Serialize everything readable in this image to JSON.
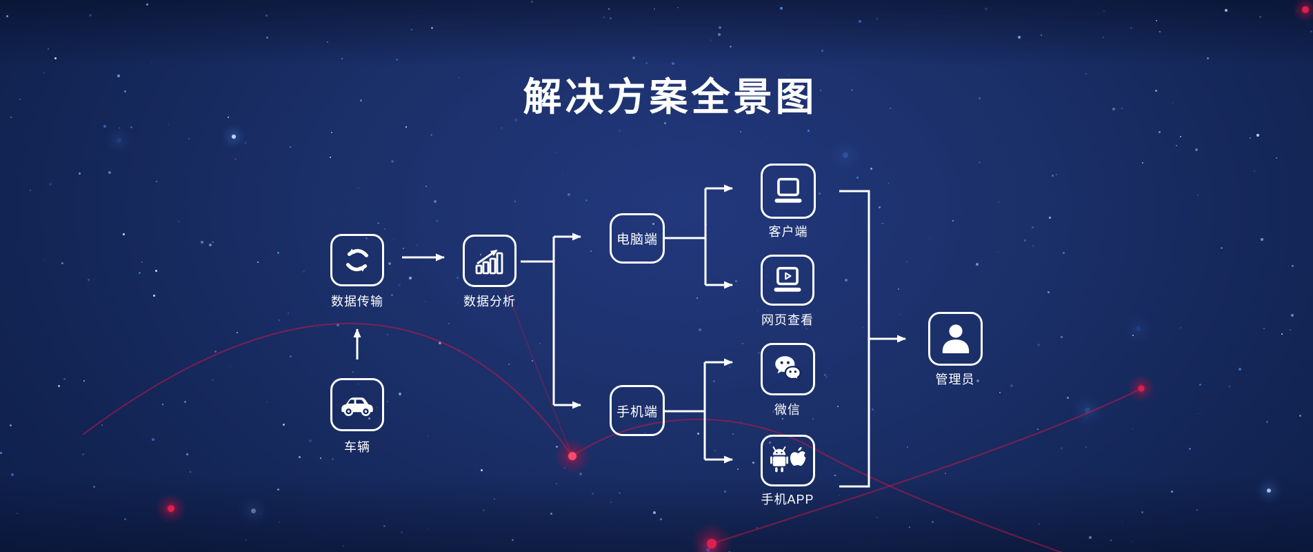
{
  "title": "解决方案全景图",
  "nodes": {
    "vehicle": {
      "label": "车辆"
    },
    "transfer": {
      "label": "数据传输"
    },
    "analysis": {
      "label": "数据分析"
    },
    "pc": {
      "label": "电脑端"
    },
    "mobile": {
      "label": "手机端"
    },
    "client": {
      "label": "客户端"
    },
    "web": {
      "label": "网页查看"
    },
    "wechat": {
      "label": "微信"
    },
    "app": {
      "label": "手机APP"
    },
    "admin": {
      "label": "管理员"
    }
  },
  "icons": {
    "vehicle": "car-icon",
    "transfer": "sync-icon",
    "analysis": "bar-chart-growth-icon",
    "client": "laptop-icon",
    "web": "laptop-play-icon",
    "wechat": "wechat-bubbles-icon",
    "app": "android-apple-icon",
    "admin": "person-icon"
  },
  "edges": [
    {
      "from": "车辆",
      "to": "数据传输"
    },
    {
      "from": "数据传输",
      "to": "数据分析"
    },
    {
      "from": "数据分析",
      "to": "电脑端"
    },
    {
      "from": "数据分析",
      "to": "手机端"
    },
    {
      "from": "电脑端",
      "to": "客户端"
    },
    {
      "from": "电脑端",
      "to": "网页查看"
    },
    {
      "from": "手机端",
      "to": "微信"
    },
    {
      "from": "手机端",
      "to": "手机APP"
    },
    {
      "from": "客户端",
      "to": "管理员"
    },
    {
      "from": "手机APP",
      "to": "管理员"
    }
  ],
  "colors": {
    "background_navy": "#13255a",
    "line_white": "#ffffff",
    "star_blue": "#4e7fd9",
    "decor_red": "#d01744"
  }
}
